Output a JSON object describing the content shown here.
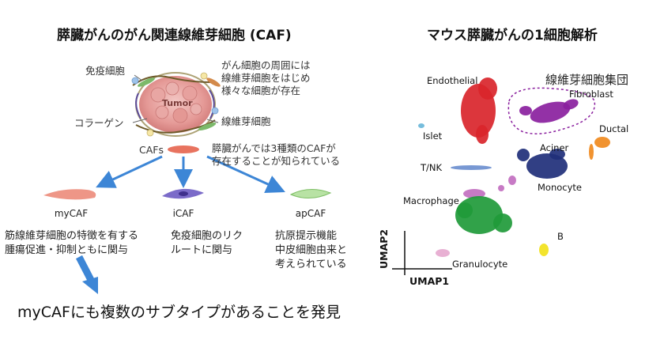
{
  "left_panel": {
    "title": "膵臓がんのがん関連線維芽細胞 (CAF)",
    "tumor_label": "Tumor",
    "labels": {
      "immune_cell": "免疫細胞",
      "collagen": "コラーゲン",
      "fibroblast": "線維芽細胞",
      "surrounding_note": "がん細胞の周囲には\n線維芽細胞をはじめ\n様々な細胞が存在",
      "cafs": "CAFs",
      "three_types_note": "膵臓がんでは3種類のCAFが\n存在することが知られている"
    },
    "subtypes": [
      {
        "name": "myCAF",
        "color": "#e8735f",
        "desc": "筋線維芽細胞の特徴を有する\n腫瘍促進・抑制ともに関与"
      },
      {
        "name": "iCAF",
        "color": "#7b6bc9",
        "desc": "免疫細胞のリク\nルートに関与"
      },
      {
        "name": "apCAF",
        "color": "#9ed48a",
        "desc": "抗原提示機能\n中皮細胞由来と\n考えられている"
      }
    ],
    "conclusion": "myCAFにも複数のサブタイプがあることを発見"
  },
  "right_panel": {
    "title": "マウス膵臓がんの1細胞解析",
    "clusters": [
      {
        "name": "Endothelial",
        "color": "#d9252b"
      },
      {
        "name": "Fibroblast",
        "color": "#8a1f9e"
      },
      {
        "name": "Ductal",
        "color": "#f08a1e"
      },
      {
        "name": "Islet",
        "color": "#6ab7d9"
      },
      {
        "name": "Aciner",
        "color": "#1f2f7a"
      },
      {
        "name": "T/NK",
        "color": "#6d8fcf"
      },
      {
        "name": "Monocyte",
        "color": "#c26fc0"
      },
      {
        "name": "Macrophage",
        "color": "#1f9a3a"
      },
      {
        "name": "B",
        "color": "#f2e21b"
      },
      {
        "name": "Granulocyte",
        "color": "#e6a9cf"
      }
    ],
    "fibroblast_group_label": "線維芽細胞集団",
    "axis_x": "UMAP1",
    "axis_y": "UMAP2"
  }
}
